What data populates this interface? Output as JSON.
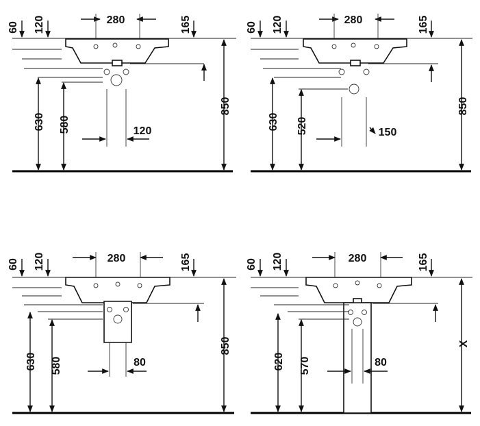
{
  "views": [
    {
      "id": "top-left",
      "dims": {
        "tap_offset": "60",
        "deck_offset": "120",
        "width_center": "280",
        "right_offset": "165",
        "height_a": "630",
        "height_b": "580",
        "bottom_spacing": "120",
        "overall_height": "850"
      }
    },
    {
      "id": "top-right",
      "dims": {
        "tap_offset": "60",
        "deck_offset": "120",
        "width_center": "280",
        "right_offset": "165",
        "height_a": "630",
        "height_b": "520",
        "bottom_spacing": "150",
        "overall_height": "850"
      }
    },
    {
      "id": "bottom-left",
      "dims": {
        "tap_offset": "60",
        "deck_offset": "120",
        "width_center": "280",
        "right_offset": "165",
        "height_a": "630",
        "height_b": "580",
        "bottom_spacing": "80",
        "overall_height": "850"
      }
    },
    {
      "id": "bottom-right",
      "dims": {
        "tap_offset": "60",
        "deck_offset": "120",
        "width_center": "280",
        "right_offset": "165",
        "height_a": "620",
        "height_b": "570",
        "bottom_spacing": "80",
        "overall_height": "X"
      }
    }
  ]
}
